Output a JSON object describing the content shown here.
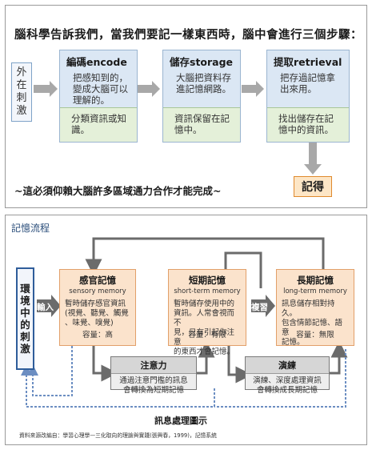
{
  "top": {
    "title": "腦科學告訴我們，當我們要記一樣東西時，腦中會進行三個步驟：",
    "outer_label": [
      "外",
      "在",
      "刺",
      "激"
    ],
    "stages": [
      {
        "title": "編碼encode",
        "desc": [
          "把感知到的，",
          "變成大腦可以",
          "理解的。"
        ],
        "bottom": [
          "分類資訊或知",
          "識。"
        ]
      },
      {
        "title": "儲存storage",
        "desc": [
          "大腦把資料存",
          "進記憶網路。"
        ],
        "bottom": [
          "資訊保留在記",
          "憶中。"
        ]
      },
      {
        "title": "提取retrieval",
        "desc": [
          "把存過記憶拿",
          "出來用。"
        ],
        "bottom": [
          "找出儲存在記",
          "憶中的資訊。"
        ]
      }
    ],
    "bottom_note": "~這必須仰賴大腦許多區域通力合作才能完成~",
    "result": "記得"
  },
  "bottom": {
    "section_title": "記憶流程",
    "environment": [
      "環",
      "境",
      "中",
      "的",
      "刺",
      "激"
    ],
    "input_label": "輸入",
    "rehearse_label": "複習",
    "memories": [
      {
        "title": "感官記憶",
        "subtitle": "sensory memory",
        "desc": [
          "暫時儲存感官資訊",
          "(視覺、聽覺、觸覺",
          "、味覺、嗅覺)"
        ],
        "capacity": "容量：高"
      },
      {
        "title": "短期記憶",
        "subtitle": "short-term memory",
        "desc": [
          "暫時儲存使用中的",
          "資訊。人常會視而不",
          "見，只有引起你注意",
          "的東西才會記憶。"
        ],
        "capacity": "容量：有限"
      },
      {
        "title": "長期記憶",
        "subtitle": "long-term memory",
        "desc": [
          "訊息儲存相對持久。",
          "包含情節記憶、語意",
          "記憶。"
        ],
        "capacity": "容量：無限"
      }
    ],
    "processes": [
      {
        "title": "注意力",
        "desc": [
          "通過注意門檻的訊息",
          "會轉換為短期記憶"
        ]
      },
      {
        "title": "演練",
        "desc": [
          "演練、深度處理資訊",
          "會轉換成長期記憶"
        ]
      }
    ],
    "caption": "訊息處理圖示",
    "source": "資料來源改編自：學習心理學—三化取向的理論與實踐(張興春，1999)，記憶系統"
  },
  "colors": {
    "stage_top": "#dbe7f4",
    "stage_bottom": "#e4f0d9",
    "memory_fill": "#fbe3cc",
    "memory_border": "#e2a06a",
    "result_fill": "#fde6c6",
    "result_border": "#e08a2e",
    "env_border": "#2f5d9a",
    "arrow_gray": "#6b6b6b",
    "dotted_blue": "#6c8ec2"
  }
}
